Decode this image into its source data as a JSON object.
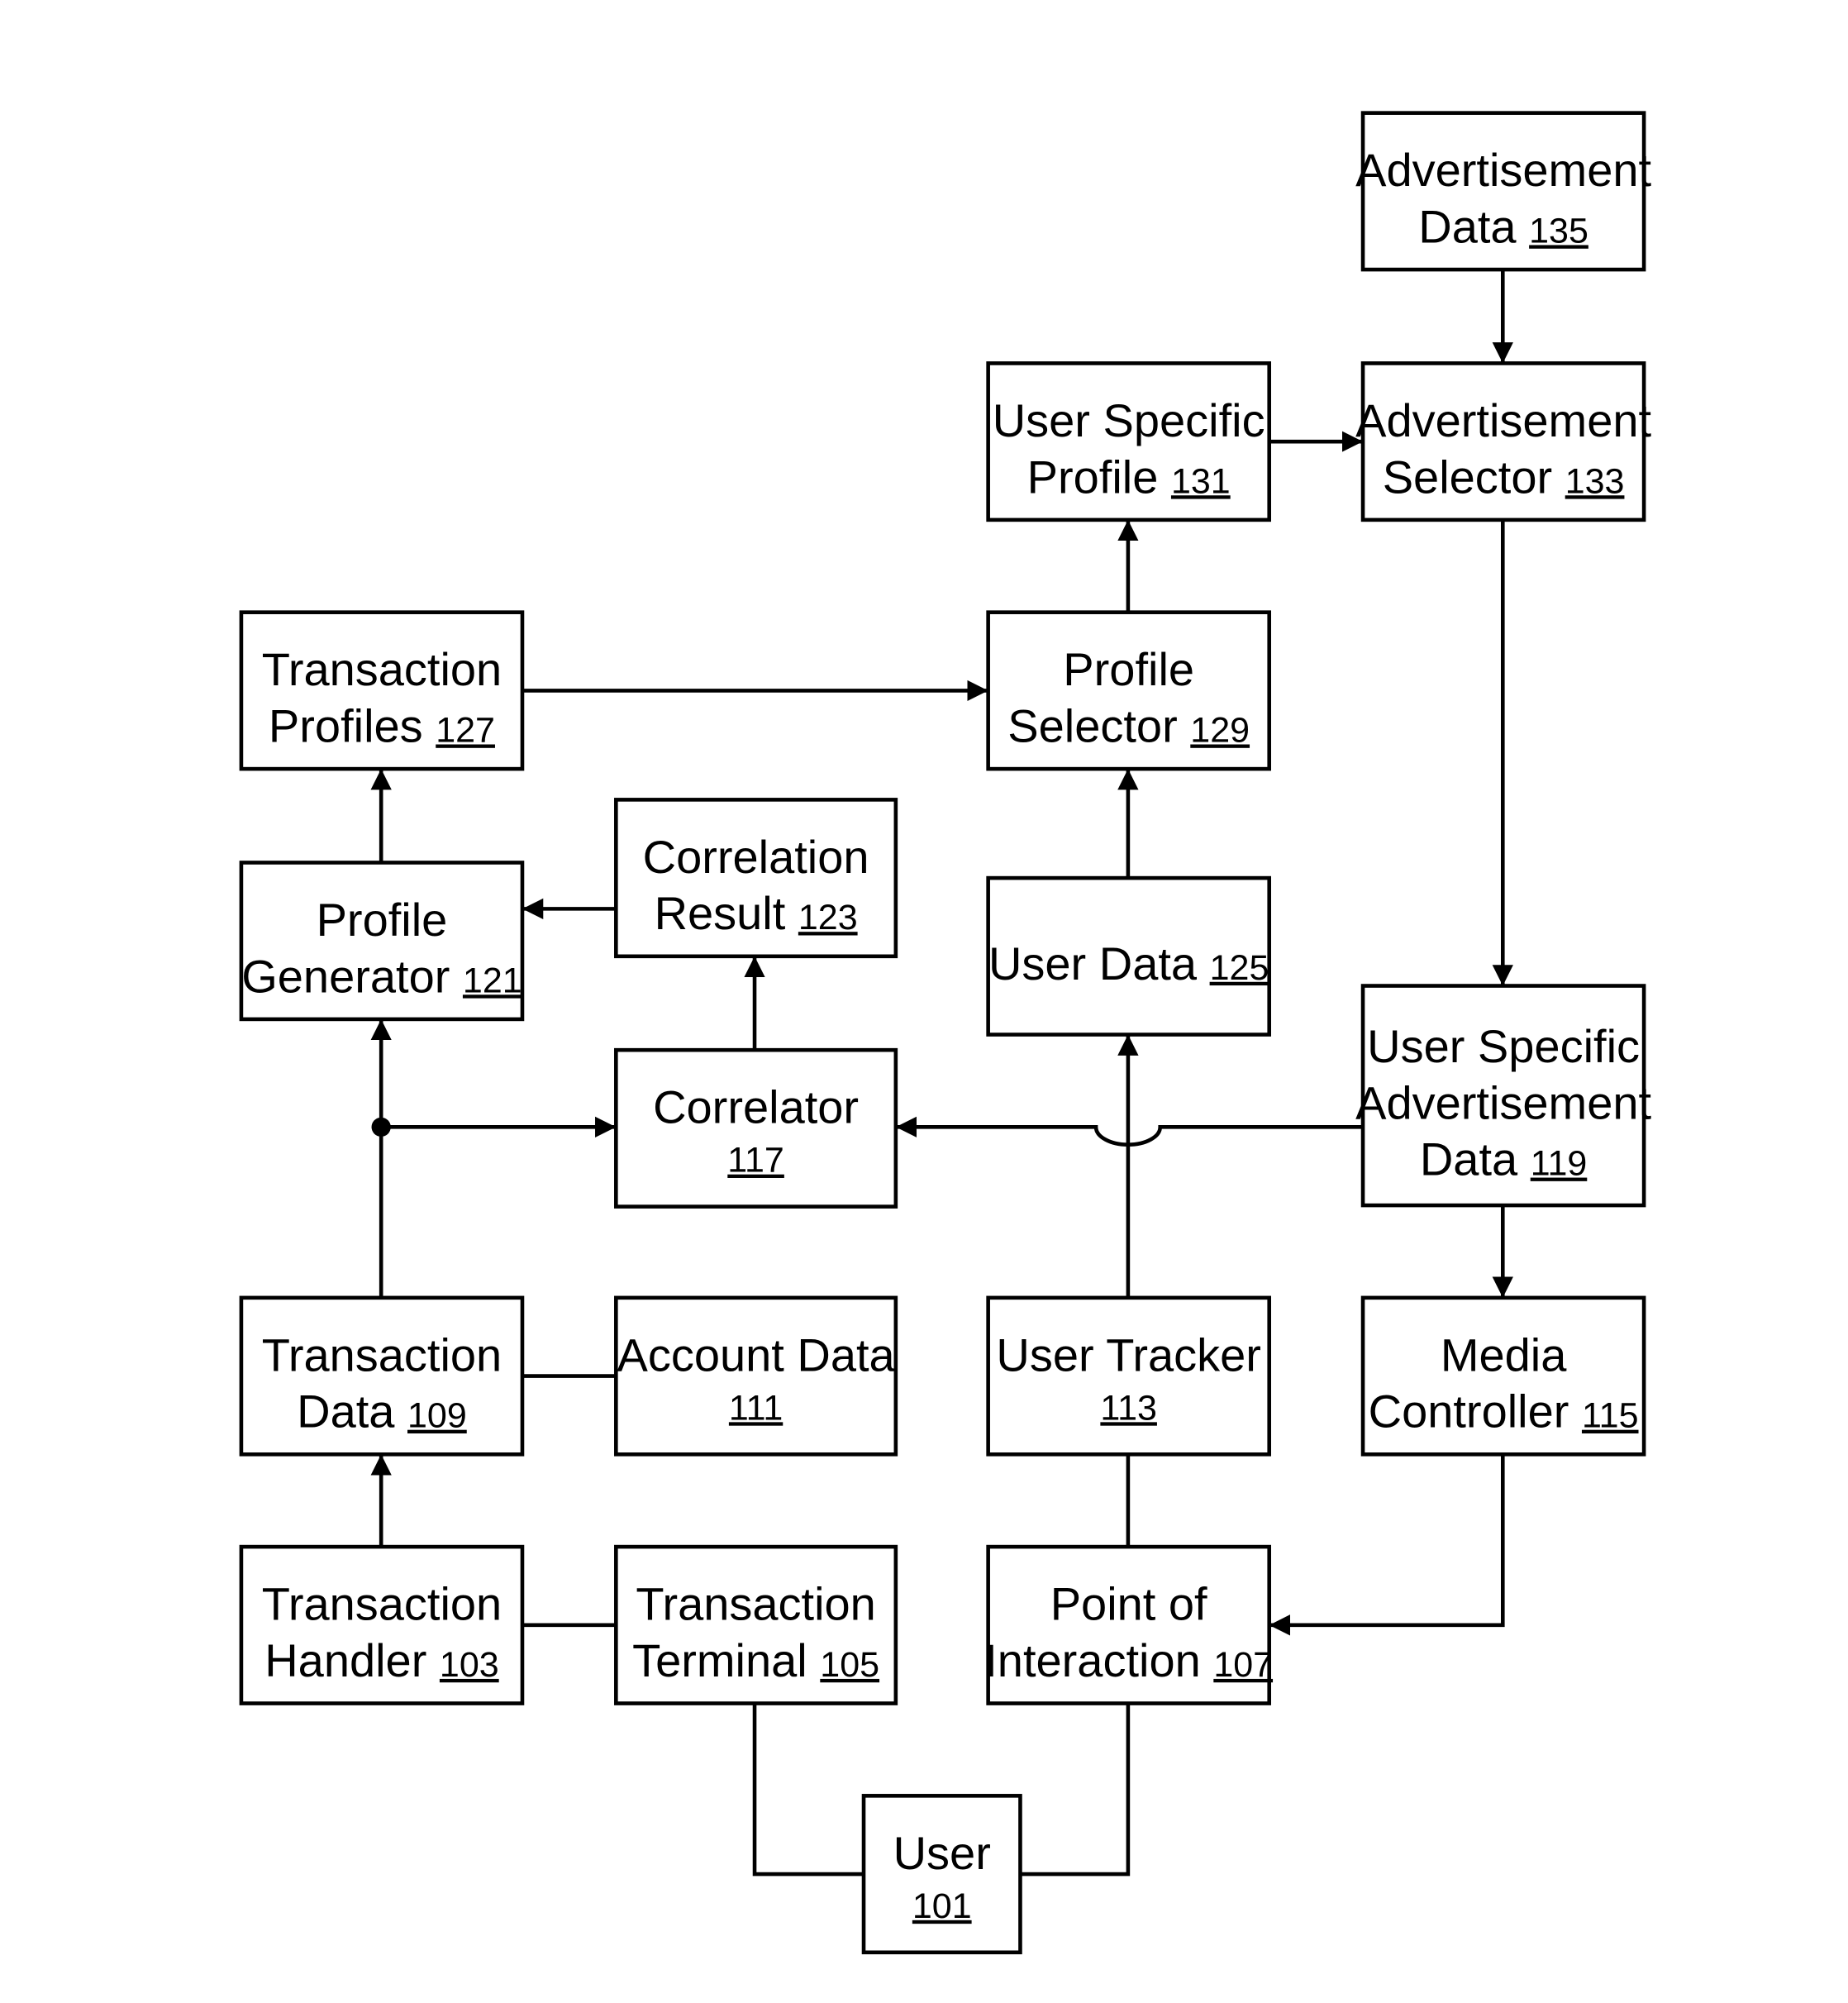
{
  "blocks": {
    "advertisement_data": {
      "lines": [
        "Advertisement",
        "Data"
      ],
      "ref": "135"
    },
    "user_specific_profile": {
      "lines": [
        "User Specific",
        "Profile"
      ],
      "ref": "131"
    },
    "advertisement_selector": {
      "lines": [
        "Advertisement",
        "Selector"
      ],
      "ref": "133"
    },
    "transaction_profiles": {
      "lines": [
        "Transaction",
        "Profiles"
      ],
      "ref": "127"
    },
    "profile_selector": {
      "lines": [
        "Profile",
        "Selector"
      ],
      "ref": "129"
    },
    "correlation_result": {
      "lines": [
        "Correlation",
        "Result"
      ],
      "ref": "123"
    },
    "profile_generator": {
      "lines": [
        "Profile",
        "Generator"
      ],
      "ref": "121"
    },
    "user_data": {
      "lines": [
        "User Data"
      ],
      "ref": "125"
    },
    "correlator": {
      "lines": [
        "Correlator"
      ],
      "ref": "117"
    },
    "user_specific_advertisement_data": {
      "lines": [
        "User Specific",
        "Advertisement",
        "Data"
      ],
      "ref": "119"
    },
    "transaction_data": {
      "lines": [
        "Transaction",
        "Data"
      ],
      "ref": "109"
    },
    "account_data": {
      "lines": [
        "Account Data"
      ],
      "ref": "111"
    },
    "user_tracker": {
      "lines": [
        "User Tracker"
      ],
      "ref": "113"
    },
    "media_controller": {
      "lines": [
        "Media",
        "Controller"
      ],
      "ref": "115"
    },
    "transaction_handler": {
      "lines": [
        "Transaction",
        "Handler"
      ],
      "ref": "103"
    },
    "transaction_terminal": {
      "lines": [
        "Transaction",
        "Terminal"
      ],
      "ref": "105"
    },
    "point_of_interaction": {
      "lines": [
        "Point of",
        "Interaction"
      ],
      "ref": "107"
    },
    "user": {
      "lines": [
        "User"
      ],
      "ref": "101"
    }
  },
  "connections": [
    {
      "from": "advertisement_data",
      "to": "advertisement_selector",
      "arrow": true
    },
    {
      "from": "user_specific_profile",
      "to": "advertisement_selector",
      "arrow": true
    },
    {
      "from": "profile_selector",
      "to": "user_specific_profile",
      "arrow": true
    },
    {
      "from": "transaction_profiles",
      "to": "profile_selector",
      "arrow": true
    },
    {
      "from": "user_data",
      "to": "profile_selector",
      "arrow": true
    },
    {
      "from": "profile_generator",
      "to": "transaction_profiles",
      "arrow": true
    },
    {
      "from": "correlation_result",
      "to": "profile_generator",
      "arrow": true
    },
    {
      "from": "correlator",
      "to": "correlation_result",
      "arrow": true
    },
    {
      "from": "transaction_data",
      "to": "profile_generator",
      "arrow": true
    },
    {
      "from": "transaction_data",
      "to": "correlator",
      "arrow": true
    },
    {
      "from": "user_specific_advertisement_data",
      "to": "correlator",
      "arrow": true
    },
    {
      "from": "advertisement_selector",
      "to": "user_specific_advertisement_data",
      "arrow": true
    },
    {
      "from": "user_specific_advertisement_data",
      "to": "media_controller",
      "arrow": true
    },
    {
      "from": "user_tracker",
      "to": "user_data",
      "arrow": true
    },
    {
      "from": "media_controller",
      "to": "point_of_interaction",
      "arrow": true
    },
    {
      "from": "transaction_handler",
      "to": "transaction_data",
      "arrow": true
    },
    {
      "from": "transaction_data",
      "to": "account_data",
      "arrow": false
    },
    {
      "from": "transaction_handler",
      "to": "transaction_terminal",
      "arrow": false
    },
    {
      "from": "user_tracker",
      "to": "point_of_interaction",
      "arrow": false
    },
    {
      "from": "transaction_terminal",
      "to": "user",
      "arrow": false
    },
    {
      "from": "point_of_interaction",
      "to": "user",
      "arrow": false
    }
  ]
}
